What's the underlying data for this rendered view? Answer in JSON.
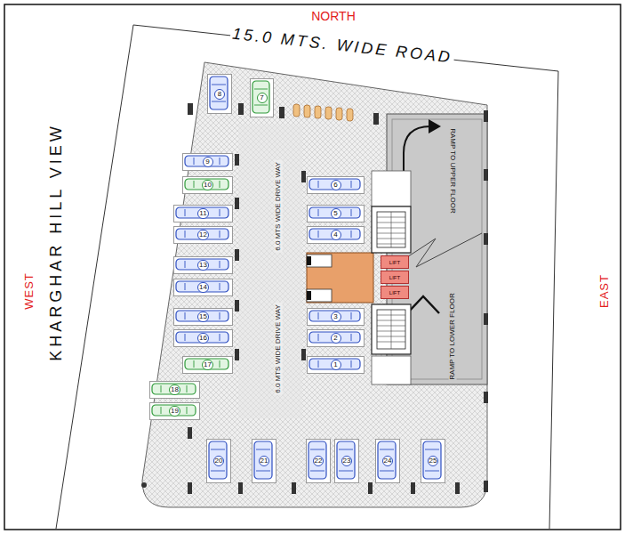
{
  "diagram": {
    "nodes": [
      {
        "text": [
          "8"
        ]
      },
      {
        "text": [
          "7"
        ]
      },
      {
        "text": [
          "9"
        ]
      },
      {
        "text": [
          "10"
        ]
      },
      {
        "text": [
          "6"
        ]
      },
      {
        "text": [
          "11"
        ]
      },
      {
        "text": [
          "5"
        ]
      },
      {
        "text": [
          "12"
        ]
      },
      {
        "text": [
          "4"
        ]
      },
      {
        "text": [
          "13"
        ]
      },
      {
        "text": [
          "14"
        ]
      },
      {
        "text": [
          "LIFT"
        ]
      },
      {
        "text": [
          "LIFT"
        ]
      },
      {
        "text": [
          "LIFT"
        ]
      },
      {
        "text": [
          "15"
        ]
      },
      {
        "text": [
          "3"
        ]
      },
      {
        "text": [
          "16"
        ]
      },
      {
        "text": [
          "2"
        ]
      },
      {
        "text": [
          "17"
        ]
      },
      {
        "text": [
          "1"
        ]
      },
      {
        "text": [
          "18"
        ]
      },
      {
        "text": [
          "19"
        ]
      },
      {
        "text": [
          "20"
        ]
      },
      {
        "text": [
          "21"
        ]
      },
      {
        "text": [
          "22"
        ]
      },
      {
        "text": [
          "23"
        ]
      },
      {
        "text": [
          "24"
        ]
      },
      {
        "text": [
          "25"
        ]
      }
    ],
    "labels": [
      "NORTH",
      "15.0 MTS. WIDE ROAD",
      "WEST",
      "KHARGHAR HILL VIEW",
      "EAST",
      "6.0 MTS WIDE DRIVE WAY",
      "6.0 MTS WIDE DRIVE WAY",
      "RAMP TO UPPER FLOOR",
      "RAMP TO LOWER FLOOR"
    ]
  }
}
